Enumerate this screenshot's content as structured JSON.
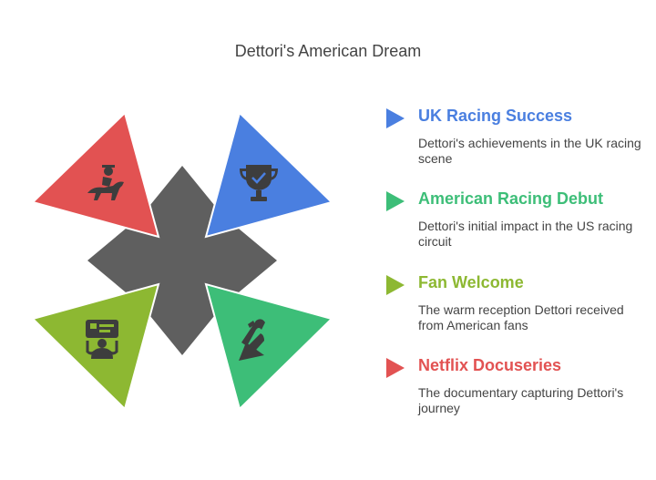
{
  "title": "Dettori's American Dream",
  "items": [
    {
      "heading": "UK Racing Success",
      "description": "Dettori's achievements in the UK racing scene",
      "color": "#4A7FE0",
      "icon": "trophy-icon"
    },
    {
      "heading": "American Racing Debut",
      "description": "Dettori's initial impact in the US racing circuit",
      "color": "#3DBE78",
      "icon": "horseshoe-icon"
    },
    {
      "heading": "Fan Welcome",
      "description": "The warm reception Dettori received from American fans",
      "color": "#8DB832",
      "icon": "fan-badge-icon"
    },
    {
      "heading": "Netflix Docuseries",
      "description": "The documentary capturing Dettori's journey",
      "color": "#E25252",
      "icon": "jockey-horse-icon"
    }
  ],
  "center_color": "#5F5F5F",
  "icon_color": "#3D3D3D"
}
